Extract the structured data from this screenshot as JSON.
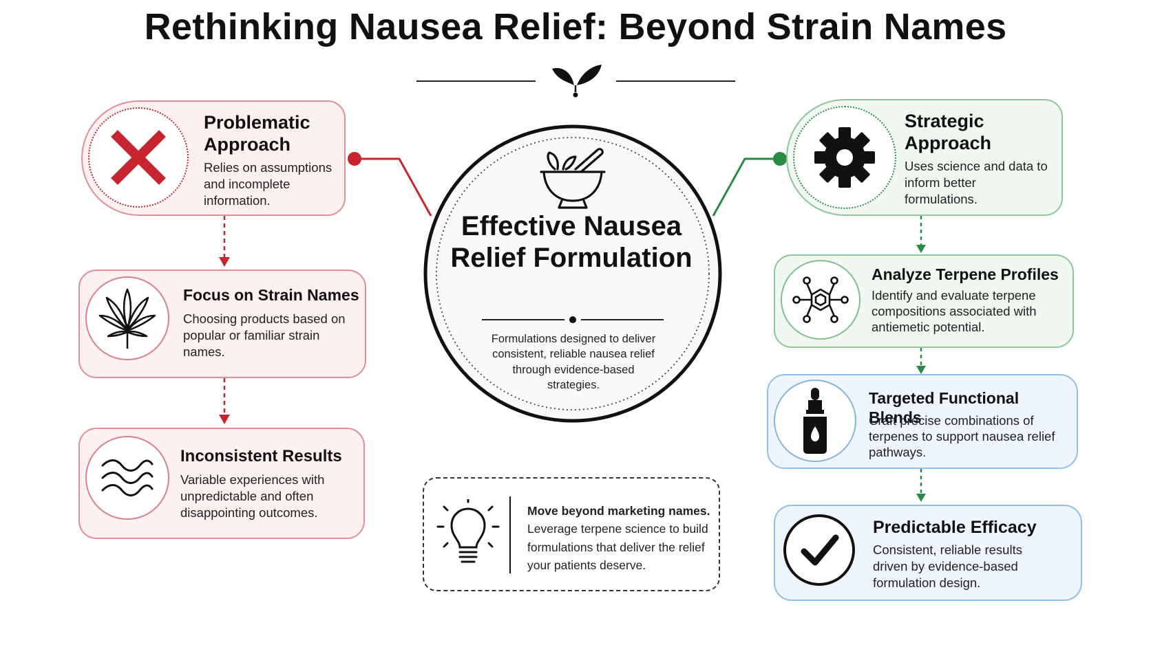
{
  "title": "Rethinking Nausea Relief: Beyond Strain Names",
  "center": {
    "title": "Effective Nausea Relief Formulation",
    "description": "Formulations designed to deliver consistent, reliable nausea relief through evidence-based strategies.",
    "icon": "mortar-pestle-icon"
  },
  "left_flow": {
    "color": "#c8242f",
    "steps": [
      {
        "title": "Problematic Approach",
        "description": "Relies on assumptions and incomplete information.",
        "icon": "x-mark-icon"
      },
      {
        "title": "Focus on Strain Names",
        "description": "Choosing products based on popular or familiar strain names.",
        "icon": "cannabis-leaf-icon"
      },
      {
        "title": "Inconsistent Results",
        "description": "Variable experiences with unpredictable and often disappointing outcomes.",
        "icon": "wavy-lines-icon"
      }
    ]
  },
  "right_flow": {
    "color": "#2a8a45",
    "steps": [
      {
        "title": "Strategic Approach",
        "description": "Uses science and data to inform better formulations.",
        "icon": "gear-icon"
      },
      {
        "title": "Analyze Terpene Profiles",
        "description": "Identify and evaluate terpene compositions associated with antiemetic potential.",
        "icon": "molecule-icon"
      },
      {
        "title": "Targeted Functional Blends",
        "description": "Craft precise combinations of terpenes to support nausea relief pathways.",
        "icon": "dropper-bottle-icon"
      },
      {
        "title": "Predictable Efficacy",
        "description": "Consistent, reliable results driven by evidence-based formulation design.",
        "icon": "checkmark-icon"
      }
    ]
  },
  "tip": {
    "heading": "Move beyond marketing names.",
    "body": "Leverage terpene science to build formulations that deliver the relief your patients deserve.",
    "icon": "lightbulb-icon"
  }
}
